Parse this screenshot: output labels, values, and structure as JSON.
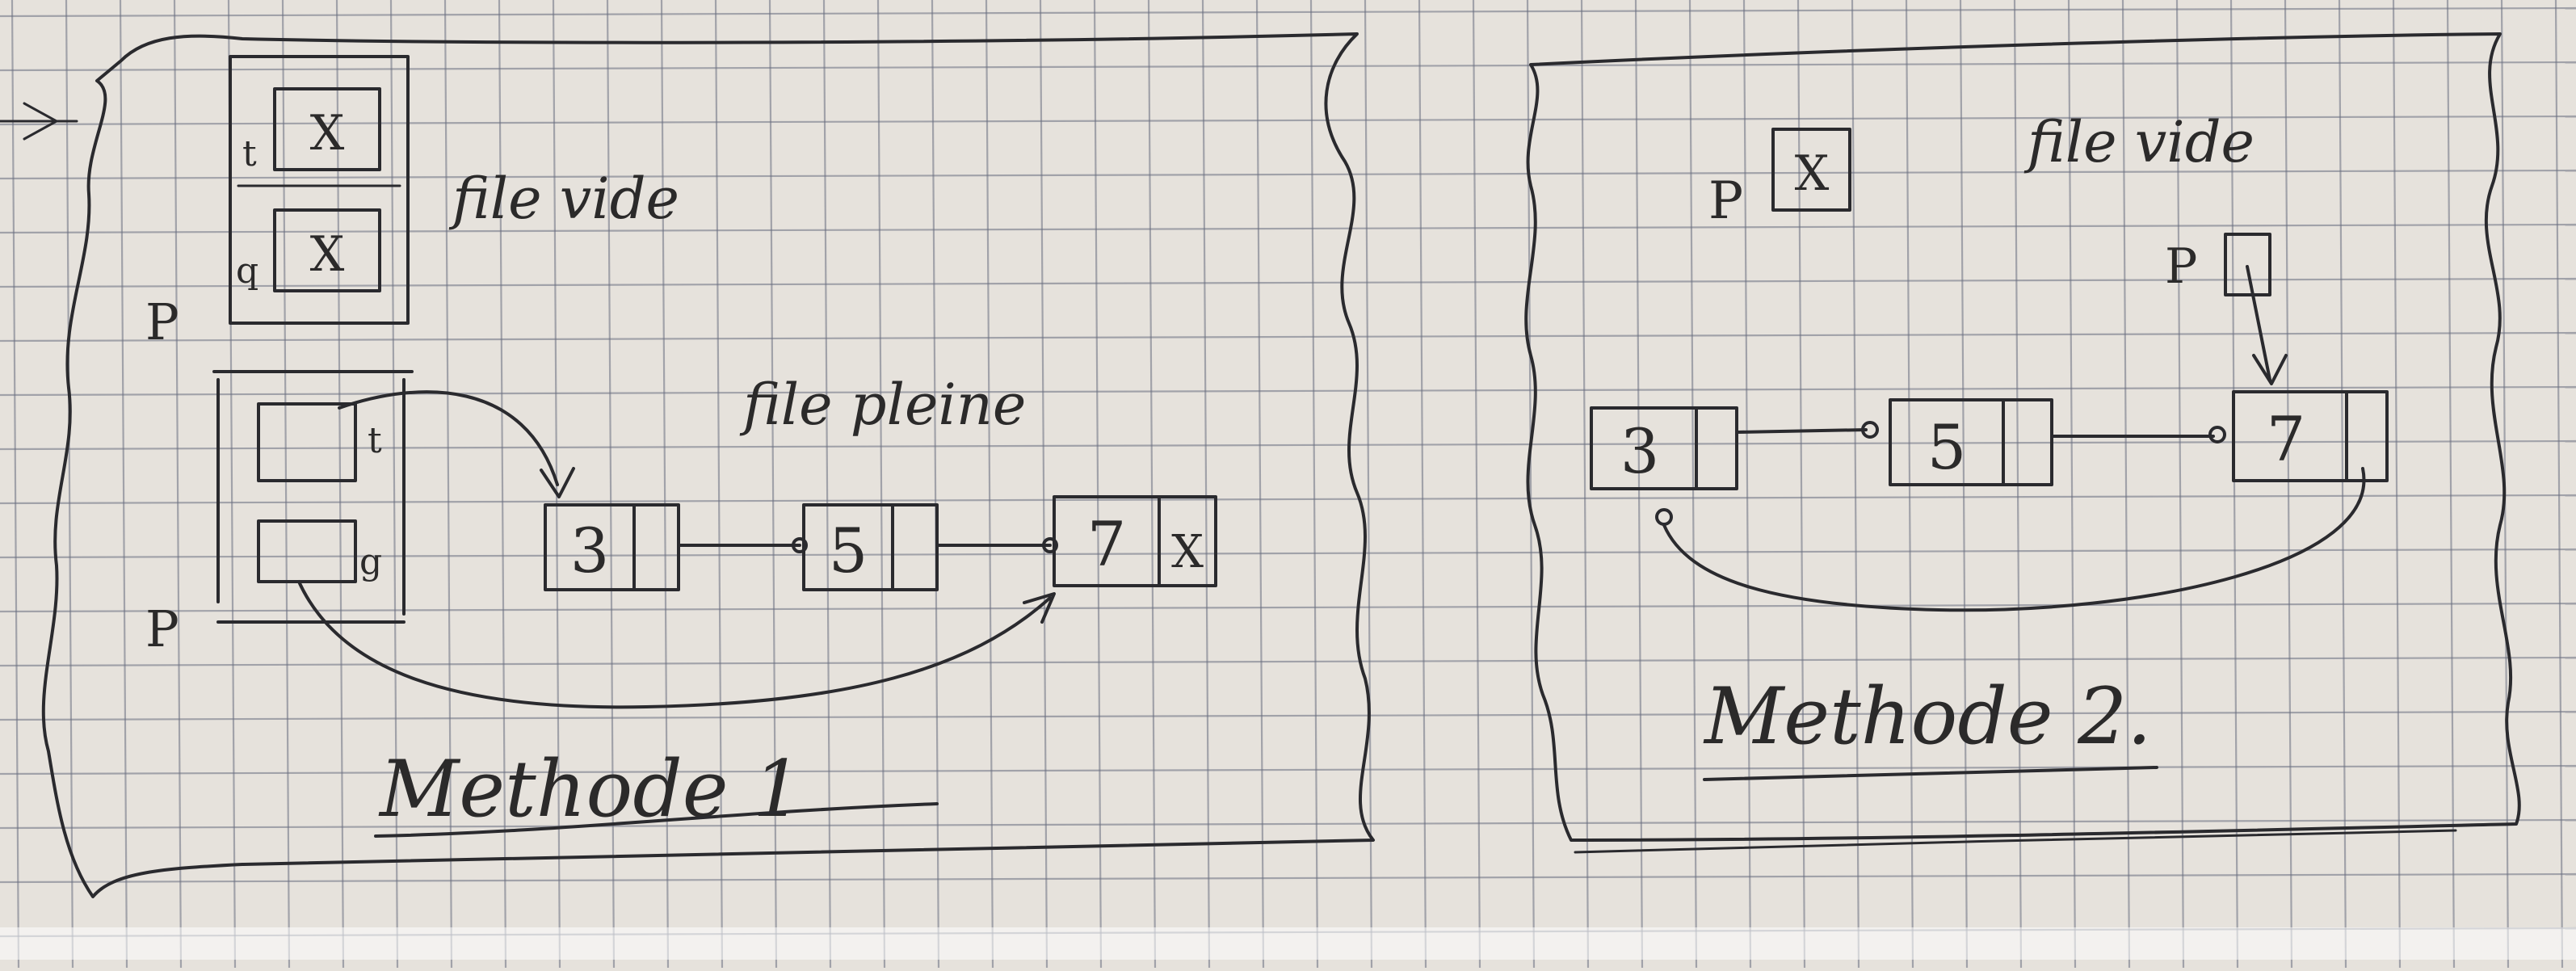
{
  "method1": {
    "title": "Methode 1",
    "labels": {
      "empty": "file vide",
      "full": "file pleine",
      "p_top": "P",
      "p_bottom": "P",
      "t_top": "t",
      "q_top": "q",
      "t_mid": "t",
      "q_mid": "g"
    },
    "empty_cells": {
      "t": "X",
      "q": "X"
    },
    "queue_nodes": [
      {
        "value": "3",
        "next": ""
      },
      {
        "value": "5",
        "next": ""
      },
      {
        "value": "7",
        "next": "X"
      }
    ]
  },
  "method2": {
    "title": "Methode 2.",
    "labels": {
      "empty": "file vide",
      "p_empty": "P",
      "p_full": "P"
    },
    "empty_cell": "X",
    "queue_nodes": [
      {
        "value": "3",
        "next": ""
      },
      {
        "value": "5",
        "next": ""
      },
      {
        "value": "7",
        "next": ""
      }
    ]
  }
}
